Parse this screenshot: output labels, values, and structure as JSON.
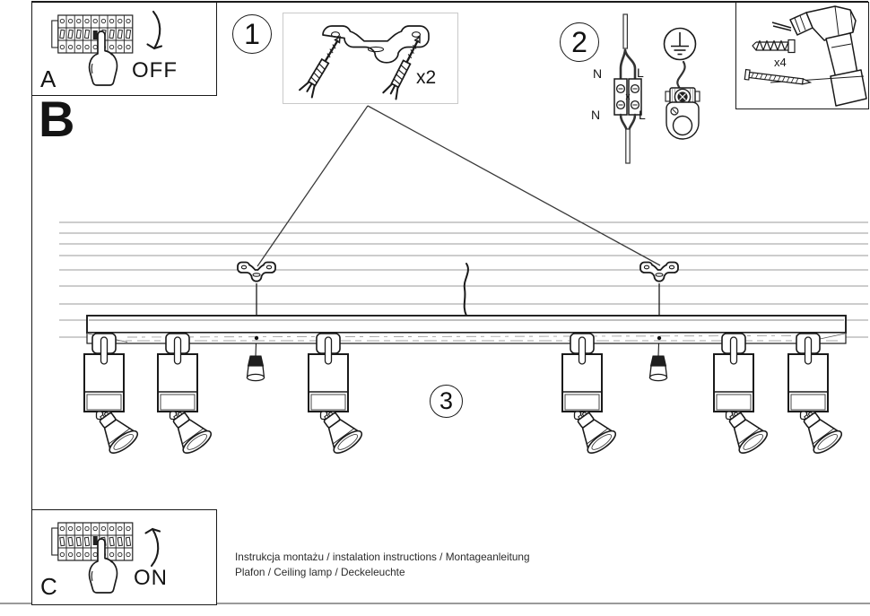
{
  "labels": {
    "panel_a": "A",
    "section_b": "B",
    "panel_c": "C",
    "switch_off": "OFF",
    "switch_on": "ON",
    "step1": "1",
    "step2": "2",
    "step3": "3",
    "bracket_qty": "x2",
    "anchor_qty": "x4",
    "wire_top_n": "N",
    "wire_top_l": "L",
    "wire_bottom_n": "N",
    "wire_bottom_l": "L"
  },
  "footer": {
    "line1": "Instrukcja montażu / instalation instructions / Montageanleitung",
    "line2": "Plafon / Ceiling lamp / Deckeleuchte"
  },
  "colors": {
    "ink": "#1a1a1a",
    "ceiling_line": "#9b9b9b",
    "light_box_border": "#c9c9c9",
    "page_edge": "#9a9a9a"
  },
  "lamp": {
    "spotlight_count": 6,
    "spotlight_x": [
      116,
      198,
      366,
      649,
      818,
      901
    ],
    "hanging_screw_x": [
      285,
      734
    ]
  }
}
